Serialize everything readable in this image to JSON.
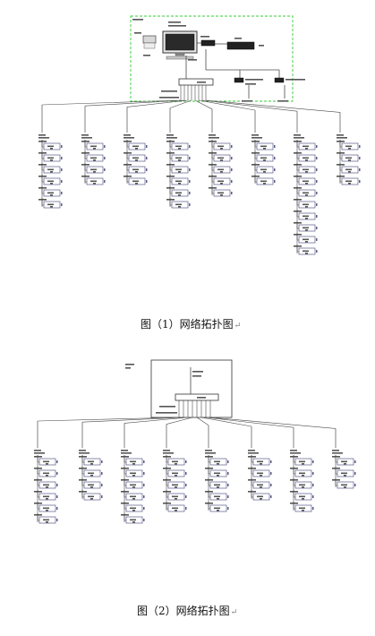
{
  "figure1": {
    "caption": "图（1）网络拓扑图",
    "columns": [
      6,
      4,
      4,
      6,
      5,
      4,
      10,
      4
    ]
  },
  "figure2": {
    "caption": "图（2）网络拓扑图",
    "columns": [
      6,
      4,
      6,
      5,
      5,
      4,
      5,
      3
    ]
  },
  "colors": {
    "line": "#4a4a4a",
    "box_border": "#5a5a8a",
    "dashed_border": "#33cc33",
    "device_fill": "#222222"
  },
  "return_mark": "↵"
}
